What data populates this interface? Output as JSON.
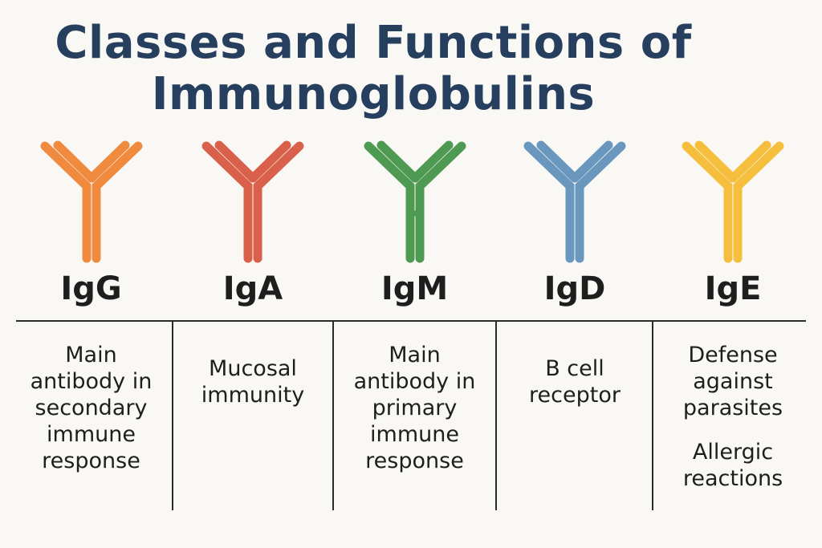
{
  "title": {
    "line1": "Classes and Functions of",
    "line2": "Immunoglobulins"
  },
  "classes": [
    {
      "name": "IgG",
      "color": "#f08a3e",
      "icon": "antibody-y-icon",
      "functions": [
        "Main antibody in secondary immune response"
      ]
    },
    {
      "name": "IgA",
      "color": "#d9604a",
      "icon": "antibody-y-icon",
      "functions": [
        "Mucosal immunity"
      ]
    },
    {
      "name": "IgM",
      "color": "#4f9a52",
      "icon": "antibody-y-icon",
      "functions": [
        "Main antibody in primary immune response"
      ]
    },
    {
      "name": "IgD",
      "color": "#6997bd",
      "icon": "antibody-y-icon",
      "functions": [
        "B cell receptor"
      ]
    },
    {
      "name": "IgE",
      "color": "#f5be3c",
      "icon": "antibody-y-icon",
      "functions": [
        "Defense against parasites",
        "Allergic reactions"
      ]
    }
  ]
}
